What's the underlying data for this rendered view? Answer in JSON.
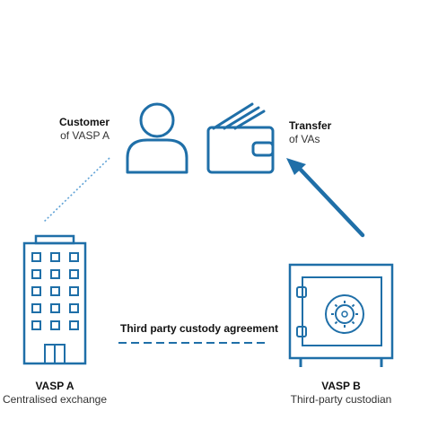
{
  "colors": {
    "primary": "#1f6fa8",
    "dotted": "#5fa2d6",
    "text": "#222222"
  },
  "customer": {
    "title": "Customer",
    "subtitle": "of VASP A"
  },
  "transfer": {
    "title": "Transfer",
    "subtitle": "of VAs"
  },
  "agreement": {
    "label": "Third party custody agreement"
  },
  "vasp_a": {
    "title": "VASP A",
    "subtitle": "Centralised exchange"
  },
  "vasp_b": {
    "title": "VASP B",
    "subtitle": "Third-party custodian"
  },
  "icons": {
    "person": "user-icon",
    "wallet": "wallet-icon",
    "building": "office-building-icon",
    "safe": "safe-vault-icon"
  }
}
